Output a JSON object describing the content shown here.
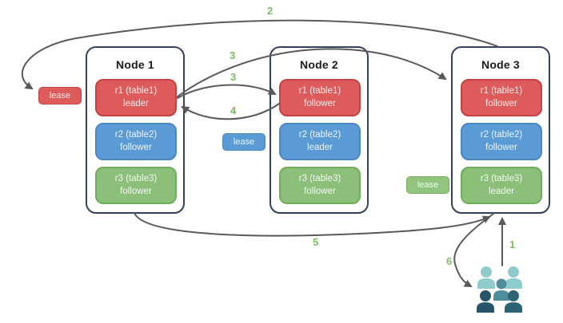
{
  "nodes": [
    {
      "title": "Node 1",
      "replicas": [
        {
          "name": "r1 (table1)",
          "role": "leader"
        },
        {
          "name": "r2 (table2)",
          "role": "follower"
        },
        {
          "name": "r3 (table3)",
          "role": "follower"
        }
      ]
    },
    {
      "title": "Node 2",
      "replicas": [
        {
          "name": "r1 (table1)",
          "role": "follower"
        },
        {
          "name": "r2 (table2)",
          "role": "leader"
        },
        {
          "name": "r3 (table3)",
          "role": "follower"
        }
      ]
    },
    {
      "title": "Node 3",
      "replicas": [
        {
          "name": "r1 (table1)",
          "role": "follower"
        },
        {
          "name": "r2 (table2)",
          "role": "follower"
        },
        {
          "name": "r3 (table3)",
          "role": "leader"
        }
      ]
    }
  ],
  "leases": [
    {
      "label": "lease",
      "color": "#de5b5b"
    },
    {
      "label": "lease",
      "color": "#5b9bd5"
    },
    {
      "label": "lease",
      "color": "#93c47d"
    }
  ],
  "steps": {
    "s1": "1",
    "s2": "2",
    "s3a": "3",
    "s3b": "3",
    "s4": "4",
    "s5": "5",
    "s6": "6"
  },
  "icons": {
    "users_icon": "group of five user silhouettes"
  },
  "colors": {
    "node_border": "#33415c",
    "replica_red": "#de5b5b",
    "replica_red_border": "#c64141",
    "replica_blue": "#5b9bd5",
    "replica_blue_border": "#4a86c5",
    "replica_green": "#8cc07a",
    "replica_green_border": "#6fad58",
    "arrow": "#595959",
    "step_label": "#7cbe63",
    "users_light": "#8fcbcb",
    "users_medium": "#4f8d9b",
    "users_dark_left": "#275469",
    "users_dark_right": "#2d6375"
  }
}
